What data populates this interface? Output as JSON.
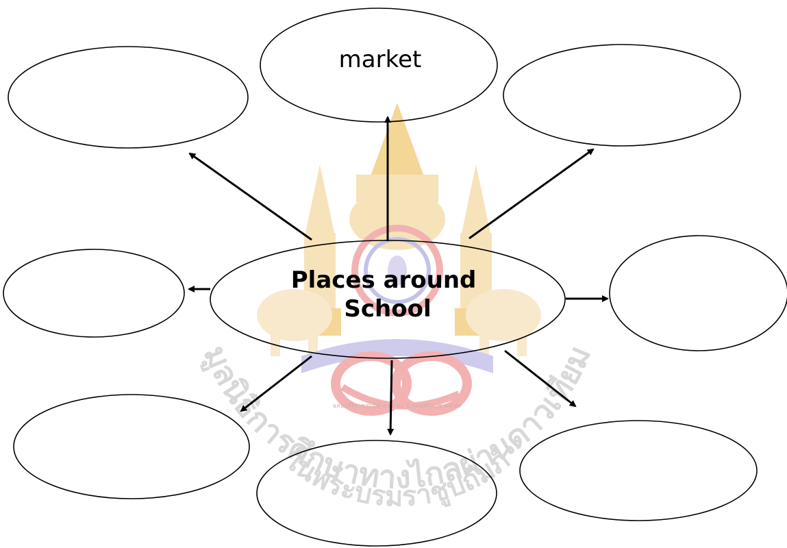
{
  "diagram": {
    "center": {
      "lines": [
        "Places around",
        "School"
      ]
    },
    "nodes": [
      {
        "id": "top-left",
        "label": ""
      },
      {
        "id": "top",
        "label": "market"
      },
      {
        "id": "top-right",
        "label": ""
      },
      {
        "id": "mid-left",
        "label": ""
      },
      {
        "id": "mid-right",
        "label": ""
      },
      {
        "id": "bottom-left",
        "label": ""
      },
      {
        "id": "bottom-center",
        "label": ""
      },
      {
        "id": "bottom-right",
        "label": ""
      }
    ]
  },
  "watermark": {
    "upper_arc": "มูลนิธิการศึกษาทางไกลผ่านดาวเทียม",
    "lower_arc": "ในพระบรมราชูปถัมภ์",
    "small_text": "ฉลองสิริราชสมบัติ ครบ ๖๐ ปี พุทธศักราช ๒๕๔๙",
    "colors": {
      "gold": "#f3cf86",
      "red": "#f2a5a5",
      "blue": "#b9b8e6",
      "grey": "#d2d2d2"
    }
  }
}
